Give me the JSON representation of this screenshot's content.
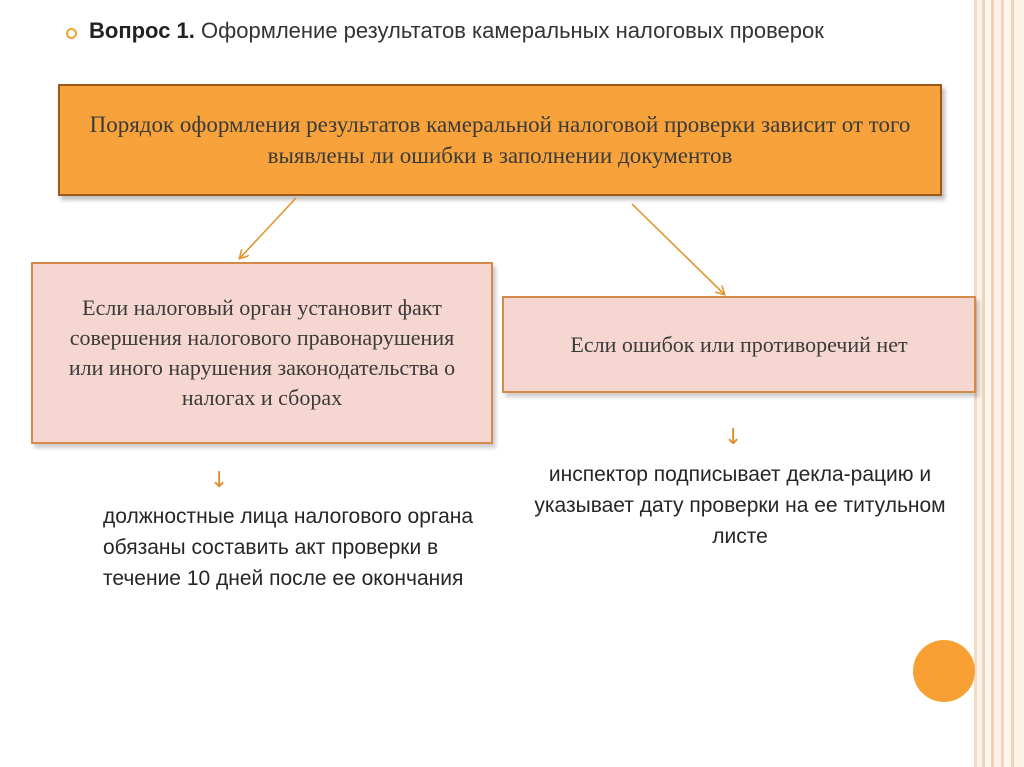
{
  "header": {
    "title_bold": "Вопрос 1.",
    "title_rest": " Оформление результатов камеральных налоговых проверок"
  },
  "main_box": {
    "text": "Порядок оформления результатов камеральной налоговой проверки зависит от того выявлены ли ошибки в заполнении документов"
  },
  "left_branch": {
    "condition": "Если налоговый орган установит факт совершения налогового правонарушения или иного нарушения законодательства о налогах и сборах",
    "result": "должностные лица налогового органа обязаны составить акт проверки в течение 10 дней после ее окончания"
  },
  "right_branch": {
    "condition": "Если ошибок или противоречий нет",
    "result": "инспектор подписывает декла-рацию и указывает дату проверки на ее титульном листе"
  },
  "colors": {
    "accent": "#f7a23a",
    "box_fill": "#f6d6d0",
    "arrow": "#e0962e"
  },
  "icons": {
    "down_arrow": "↓"
  }
}
